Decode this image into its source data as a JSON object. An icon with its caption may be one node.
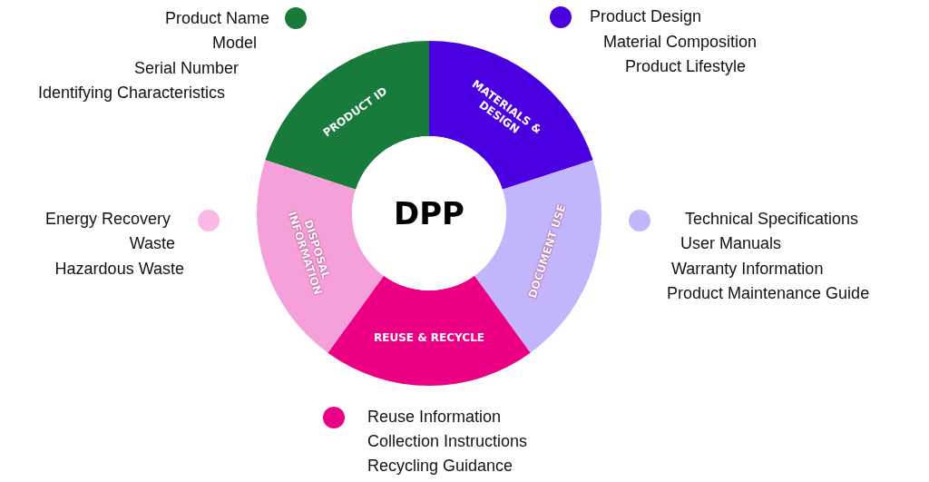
{
  "diagram": {
    "nodes": [
      {
        "text": [
          "DPP"
        ]
      },
      {
        "text": [
          "PRODUCT ID"
        ]
      },
      {
        "text": [
          "MATERIALS & DESIGN"
        ]
      },
      {
        "text": [
          "DOCUMENT USE"
        ]
      },
      {
        "text": [
          "REUSE & RECYCLE"
        ]
      },
      {
        "text": [
          "DISPOSAL INFORMATION"
        ]
      },
      {
        "text": [],
        "shape": "circle",
        "beside": [
          "Product Name",
          "Model",
          "Serial Number",
          "Identifying Characteristics"
        ]
      },
      {
        "text": [],
        "shape": "circle",
        "beside": [
          "Product Design",
          "Material Composition",
          "Product Lifestyle"
        ]
      },
      {
        "text": [],
        "shape": "circle",
        "beside": [
          "Technical Specifications",
          "User Manuals",
          "Warranty Information",
          "Product Maintenance Guide"
        ]
      },
      {
        "text": [],
        "shape": "circle",
        "beside": [
          "Reuse Information",
          "Collection Instructions",
          "Recycling Guidance"
        ]
      },
      {
        "text": [],
        "shape": "circle",
        "beside": [
          "Energy Recovery",
          "Waste",
          "Hazardous Waste"
        ]
      }
    ],
    "edges": []
  }
}
